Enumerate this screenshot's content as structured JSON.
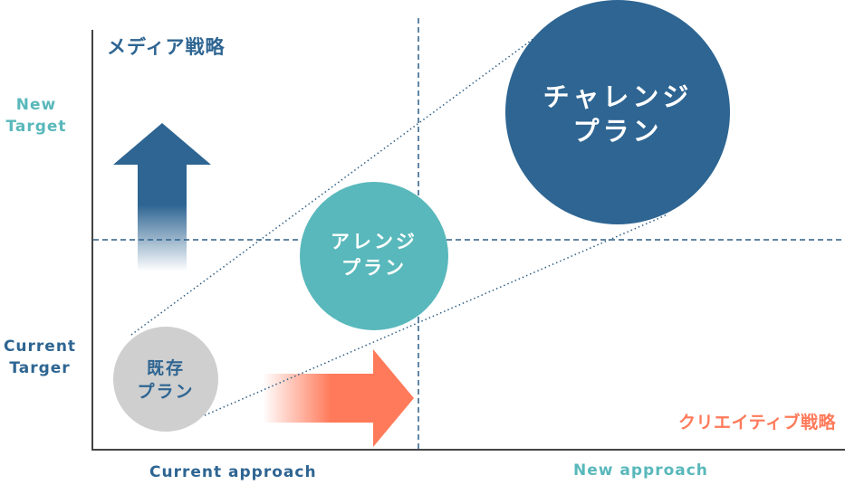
{
  "axes": {
    "y_top_label": [
      "New",
      "Target"
    ],
    "y_bottom_label": [
      "Current",
      "Targer"
    ],
    "x_left_label": "Current approach",
    "x_right_label": "New approach"
  },
  "strategies": {
    "media": "メディア戦略",
    "creative": "クリエイティブ戦略"
  },
  "plans": {
    "existing": [
      "既存",
      "プラン"
    ],
    "arrange": [
      "アレンジ",
      "プラン"
    ],
    "challenge": [
      "チャレンジ",
      "プラン"
    ]
  },
  "colors": {
    "dark_blue": "#2e6592",
    "teal": "#59b8bb",
    "gray": "#cfcfcf",
    "orange": "#ff7a5a",
    "axis": "#444444",
    "dashed": "#2e5f86"
  },
  "icons": {
    "up_arrow": "arrow-up-icon",
    "right_arrow": "arrow-right-icon"
  }
}
